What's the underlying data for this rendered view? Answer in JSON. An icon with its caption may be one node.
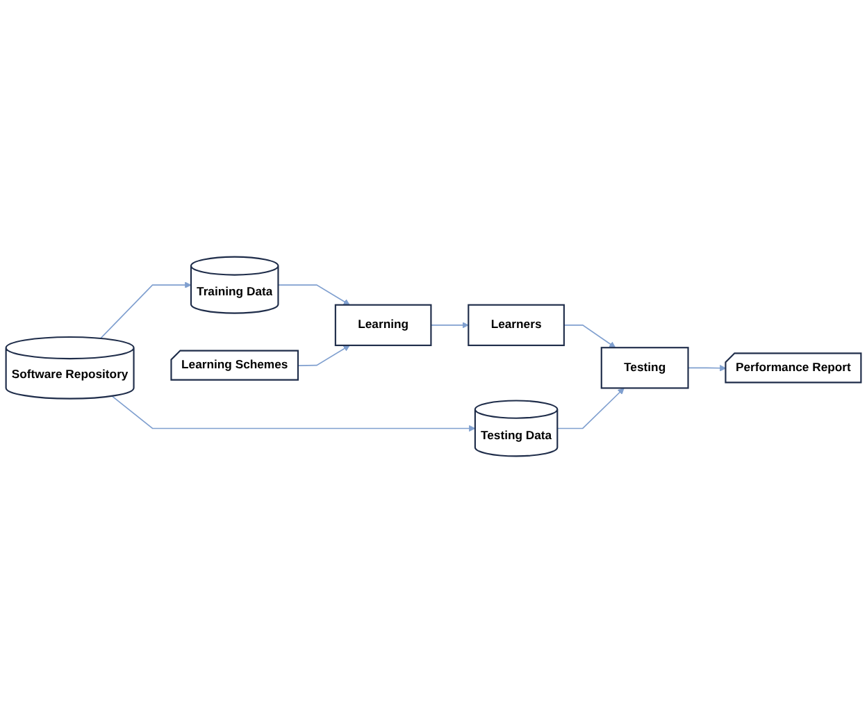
{
  "diagram": {
    "nodes": [
      {
        "text": [
          "Software Repository"
        ]
      },
      {
        "text": [
          "Training Data"
        ]
      },
      {
        "text": [
          "Testing Data"
        ]
      },
      {
        "text": [
          "Learning Schemes"
        ]
      },
      {
        "text": [
          "Learning"
        ]
      },
      {
        "text": [
          "Learners"
        ]
      },
      {
        "text": [
          "Testing"
        ]
      },
      {
        "text": [
          "Performance Report"
        ]
      }
    ],
    "edges": [
      {
        "from": 0,
        "to": 1,
        "arrow": "to"
      },
      {
        "from": 0,
        "to": 2,
        "arrow": "to"
      },
      {
        "from": 1,
        "to": 4,
        "arrow": "to"
      },
      {
        "from": 3,
        "to": 4,
        "arrow": "to"
      },
      {
        "from": 4,
        "to": 5,
        "arrow": "to"
      },
      {
        "from": 5,
        "to": 6,
        "arrow": "to"
      },
      {
        "from": 2,
        "to": 6,
        "arrow": "to"
      },
      {
        "from": 6,
        "to": 7,
        "arrow": "to"
      }
    ]
  }
}
